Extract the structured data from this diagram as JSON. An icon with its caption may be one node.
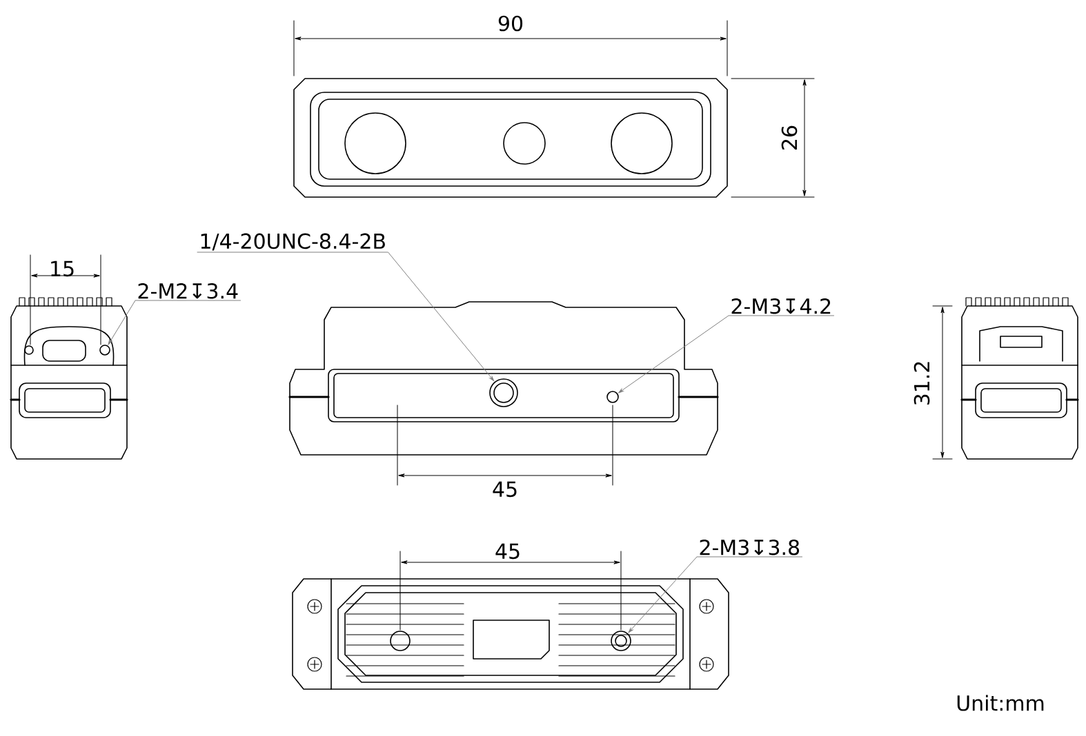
{
  "diagram": {
    "nodes": [
      {
        "text": [
          "1/4-20UNC-8.4-2B"
        ]
      },
      {
        "text": [],
        "shape": "circle"
      },
      {
        "text": [
          "2-M2↧3.4"
        ]
      },
      {
        "text": [],
        "shape": "circle"
      },
      {
        "text": [
          "2-M3↧4.2"
        ]
      },
      {
        "text": [],
        "shape": "circle"
      },
      {
        "text": [
          "2-M3↧3.8"
        ]
      },
      {
        "text": [],
        "shape": "circle"
      }
    ],
    "edges": [
      {
        "from": 0,
        "to": 1,
        "arrow": "to"
      },
      {
        "from": 2,
        "to": 3,
        "arrow": "to"
      },
      {
        "from": 4,
        "to": 5,
        "arrow": "to"
      },
      {
        "from": 6,
        "to": 7,
        "arrow": "to"
      }
    ],
    "labels": [
      "90",
      "26",
      "15",
      "31.2",
      "45",
      "45",
      "Unit:mm"
    ]
  }
}
